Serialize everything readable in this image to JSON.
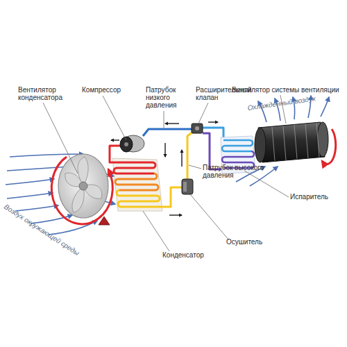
{
  "diagram": {
    "labels": [
      "Вентилятор конденсатора",
      "Компрессор",
      "Патрубок низкого давления",
      "Расширительный клапан",
      "Вентилятор системы вентиляции",
      "Охлажденный воздух",
      "Патрубок высокого давления",
      "Испаритель",
      "Воздух окружающей среды",
      "Осушитель",
      "Конденсатор"
    ]
  }
}
